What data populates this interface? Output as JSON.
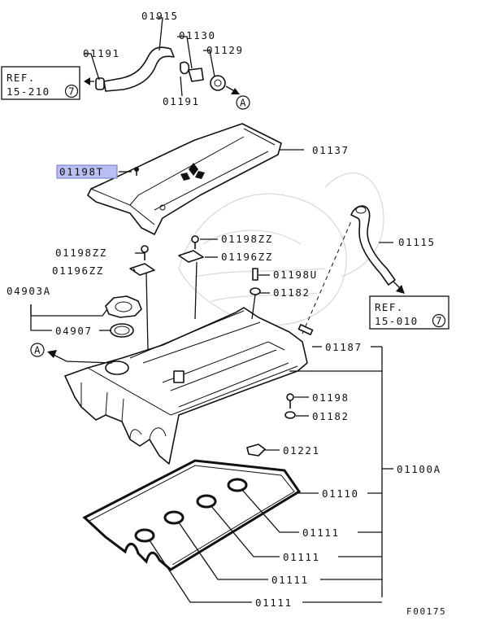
{
  "diagram": {
    "figure_code": "F00175",
    "labels": [
      {
        "id": "p01915",
        "text": "01915"
      },
      {
        "id": "p01130",
        "text": "01130"
      },
      {
        "id": "p01191a",
        "text": "01191"
      },
      {
        "id": "p01129",
        "text": "01129"
      },
      {
        "id": "p01191b",
        "text": "01191"
      },
      {
        "id": "p01137",
        "text": "01137"
      },
      {
        "id": "p01198T",
        "text": "01198T",
        "highlight": true
      },
      {
        "id": "p01115",
        "text": "01115"
      },
      {
        "id": "p01198ZZa",
        "text": "01198ZZ"
      },
      {
        "id": "p01198ZZb",
        "text": "01198ZZ"
      },
      {
        "id": "p01196ZZa",
        "text": "01196ZZ"
      },
      {
        "id": "p01196ZZb",
        "text": "01196ZZ"
      },
      {
        "id": "p01198U",
        "text": "01198U"
      },
      {
        "id": "p01182a",
        "text": "01182"
      },
      {
        "id": "p04903A",
        "text": "04903A"
      },
      {
        "id": "p04907",
        "text": "04907"
      },
      {
        "id": "p01187",
        "text": "01187"
      },
      {
        "id": "p01198",
        "text": "01198"
      },
      {
        "id": "p01182b",
        "text": "01182"
      },
      {
        "id": "p01221",
        "text": "01221"
      },
      {
        "id": "p01100A",
        "text": "01100A"
      },
      {
        "id": "p01110",
        "text": "01110"
      },
      {
        "id": "p01111a",
        "text": "01111"
      },
      {
        "id": "p01111b",
        "text": "01111"
      },
      {
        "id": "p01111c",
        "text": "01111"
      },
      {
        "id": "p01111d",
        "text": "01111"
      }
    ],
    "refs": [
      {
        "id": "ref1",
        "title": "REF.",
        "code": "15-210",
        "circle": "7"
      },
      {
        "id": "ref2",
        "title": "REF.",
        "code": "15-010",
        "circle": "7"
      }
    ],
    "markers": {
      "a1": "A",
      "a2": "A"
    },
    "highlight_color": "#b9bff0"
  }
}
